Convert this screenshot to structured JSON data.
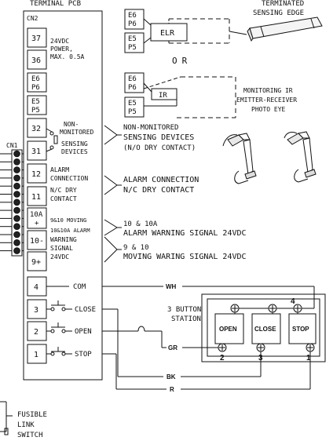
{
  "header": {
    "terminal_pcb": "TERMINAL PCB",
    "terminated_sensing_edge": [
      "TERMINATED",
      "SENSING EDGE"
    ]
  },
  "cn2": "CN2",
  "cn1": "CN1",
  "terminals": {
    "t37": "37",
    "t36": "36",
    "t_e6": "E6",
    "t_p6": "P6",
    "t_e5": "E5",
    "t_p5": "P5",
    "t32": "32",
    "t31": "31",
    "t12": "12",
    "t11": "11",
    "t10a": "10A",
    "t10a_sign": "+",
    "t10": "10-",
    "t9": "9+",
    "t4": "4",
    "t3": "3",
    "t2": "2",
    "t1": "1"
  },
  "pcb_labels": {
    "power": [
      "24VDC",
      "POWER,",
      "MAX. 0.5A"
    ],
    "non_monitored": [
      "NON-",
      "MONITORED",
      "SENSING",
      "DEVICES"
    ],
    "alarm_conn": [
      "ALARM",
      "CONNECTION",
      "N/C DRY",
      "CONTACT"
    ],
    "moving": [
      "9&10 MOVING",
      "10&10A ALARM",
      "WARNING",
      "SIGNAL",
      "24VDC"
    ],
    "com": "COM",
    "close": "CLOSE",
    "open": "OPEN",
    "stop": "STOP"
  },
  "elr_section": {
    "e6": "E6",
    "p6": "P6",
    "e5": "E5",
    "p5": "P5",
    "elr": "ELR"
  },
  "or_text": "OR",
  "ir_section": {
    "e6": "E6",
    "p6": "P6",
    "e5": "E5",
    "p5": "P5",
    "ir": "IR",
    "label": [
      "MONITORING IR",
      "EMITTER-RECEIVER",
      "PHOTO EYE"
    ]
  },
  "callouts": {
    "non_monitored": [
      "NON-MONITORED",
      "SENSING DEVICES",
      "(N/O DRY CONTACT)"
    ],
    "alarm": [
      "ALARM CONNECTION",
      "N/C DRY CONTACT"
    ],
    "warn_10": [
      "10 & 10A",
      "ALARM WARNING SIGNAL 24VDC"
    ],
    "warn_9": [
      "9 & 10",
      "MOVING WARING SIGNAL 24VDC"
    ]
  },
  "station": {
    "title": [
      "3 BUTTON",
      "STATION"
    ],
    "open": "OPEN",
    "close": "CLOSE",
    "stop": "STOP",
    "n4": "4",
    "n2": "2",
    "n3": "3",
    "n1": "1"
  },
  "wires": {
    "wh": "WH",
    "gr": "GR",
    "bk": "BK",
    "r": "R"
  },
  "fusible": [
    "FUSIBLE",
    "LINK",
    "SWITCH"
  ]
}
